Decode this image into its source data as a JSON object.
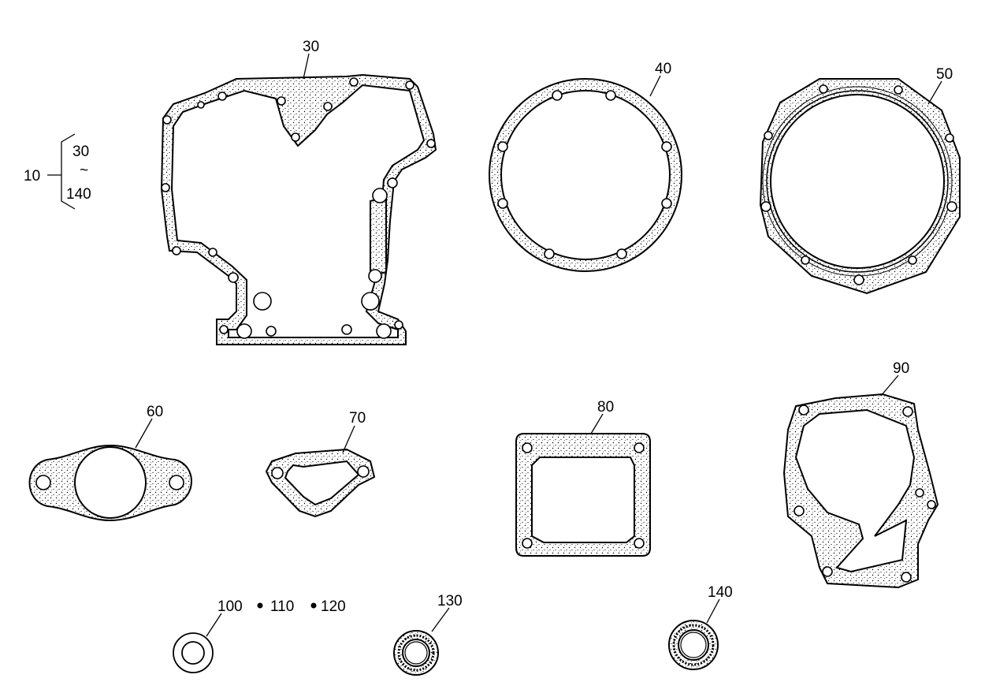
{
  "assembly": {
    "label": "10",
    "range_start": "30",
    "range_tilde": "~",
    "range_end": "140"
  },
  "parts": [
    {
      "ref": "30"
    },
    {
      "ref": "40"
    },
    {
      "ref": "50"
    },
    {
      "ref": "60"
    },
    {
      "ref": "70"
    },
    {
      "ref": "80"
    },
    {
      "ref": "90"
    },
    {
      "ref": "100"
    },
    {
      "ref": "110"
    },
    {
      "ref": "120"
    },
    {
      "ref": "130"
    },
    {
      "ref": "140"
    }
  ],
  "colors": {
    "line": "#000000",
    "background": "#ffffff"
  }
}
